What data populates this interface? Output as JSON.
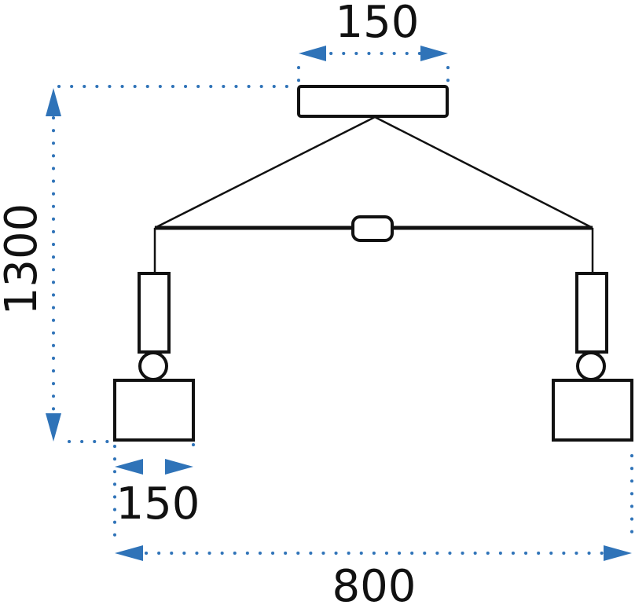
{
  "dimensions": {
    "top_width": "150",
    "height": "1300",
    "shade_width": "150",
    "total_width": "800"
  },
  "colors": {
    "dimension_line": "#2f73b8",
    "drawing": "#111111"
  }
}
